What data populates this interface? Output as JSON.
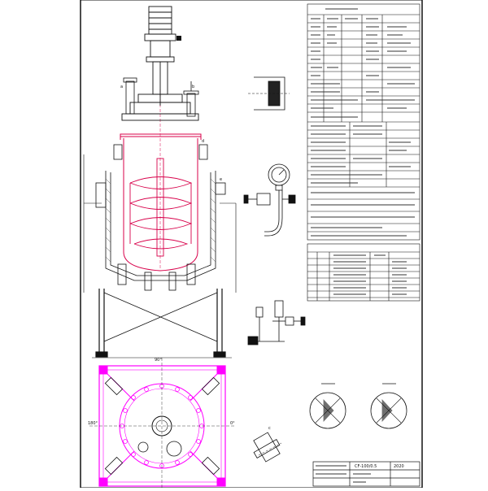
{
  "colors": {
    "outline": "#111111",
    "vessel": "#d8004a",
    "flange": "#ff00ff",
    "background": "#ffffff"
  },
  "drawing": {
    "drawing_number": "CF-100/0.5",
    "year": "2020",
    "dim_angle": "90°",
    "dim_180": "180°",
    "dim_0": "0°",
    "callouts": {
      "upper_left": "a",
      "upper_mid": "b",
      "mid_right": "d",
      "lower_right": "e",
      "detail_c": "c"
    },
    "views": {
      "main_elevation": "main-elevation-view",
      "plan_view": "plan-view",
      "pressure_gauge": "pressure-gauge-detail",
      "valve_assembly": "valve-assembly-detail",
      "nozzle_detail": "nozzle-detail",
      "anchor_detail_1": "anchor-detail-1",
      "anchor_detail_2": "anchor-detail-2"
    }
  }
}
